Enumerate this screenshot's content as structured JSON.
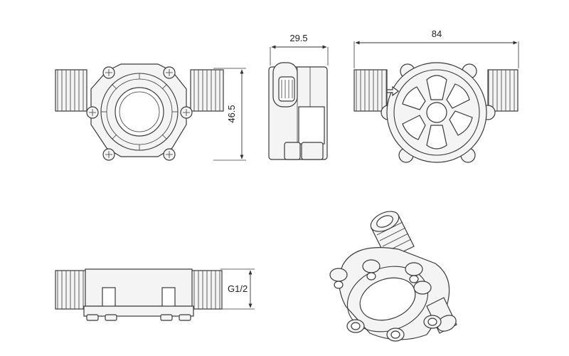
{
  "dimensions": {
    "side_height": "46.5",
    "edge_width": "29.5",
    "overall_length": "84",
    "thread_size": "G1/2"
  },
  "colors": {
    "stroke": "#3a3a3a",
    "fill": "#f4f4f4",
    "background": "#ffffff"
  }
}
